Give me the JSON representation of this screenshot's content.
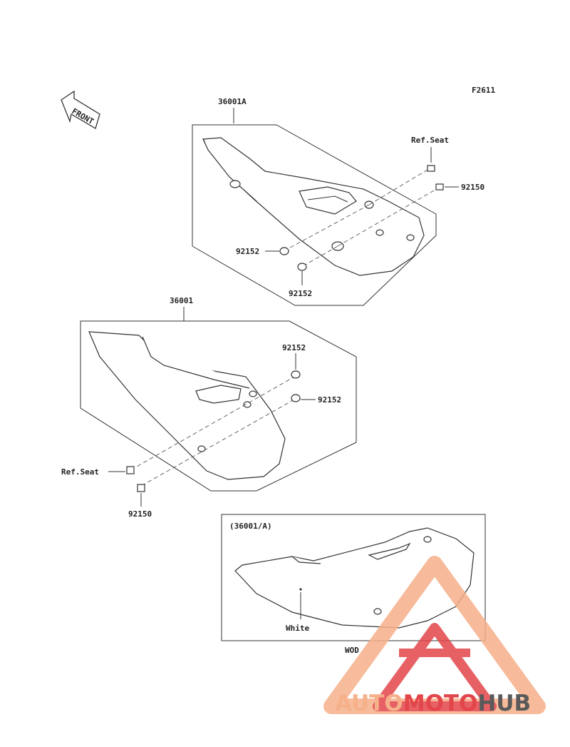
{
  "diagram": {
    "figure_code": "F2611",
    "front_label": "FRONT",
    "labels": {
      "part_36001A": "36001A",
      "part_36001": "36001",
      "ref_seat_top": "Ref.Seat",
      "ref_seat_bottom": "Ref.Seat",
      "n92150_top": "92150",
      "n92152_top_left": "92152",
      "n92152_top_bottom": "92152",
      "n92152_mid_upper": "92152",
      "n92152_mid_right": "92152",
      "n92150_bottom": "92150",
      "variant_code": "(36001/A)",
      "color_label": "White",
      "frame_code": "WOD"
    }
  },
  "watermark": {
    "part1": "AUTO",
    "part2": "MOTO",
    "part3": "HUB",
    "colors": {
      "light": "#f6b08a",
      "accent": "#e2454a",
      "dark": "#5a5a5a"
    }
  }
}
